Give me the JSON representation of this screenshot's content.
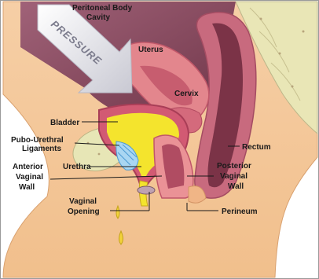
{
  "diagram": {
    "labels": {
      "peritoneal_line1": "Peritoneal Body",
      "peritoneal_line2": "Cavity",
      "pressure": "PRESSURE",
      "uterus": "Uterus",
      "cervix": "Cervix",
      "bladder": "Bladder",
      "pubo_line1": "Pubo-Urethral",
      "pubo_line2": "Ligaments",
      "urethra": "Urethra",
      "anterior_line1": "Anterior",
      "anterior_line2": "Vaginal",
      "anterior_line3": "Wall",
      "rectum": "Rectum",
      "posterior_line1": "Posterior",
      "posterior_line2": "Vaginal",
      "posterior_line3": "Wall",
      "perineum": "Perineum",
      "opening_line1": "Vaginal",
      "opening_line2": "Opening"
    },
    "colors": {
      "skin": "#f4c79a",
      "cavity": "#8a4b5f",
      "tissue": "#e98a8f",
      "organ_wall": "#d0506a",
      "urine": "#f2e22e",
      "bone": "#ece9b9",
      "ligament": "#6fb6e6",
      "arrow": "#d8d8e0"
    }
  }
}
